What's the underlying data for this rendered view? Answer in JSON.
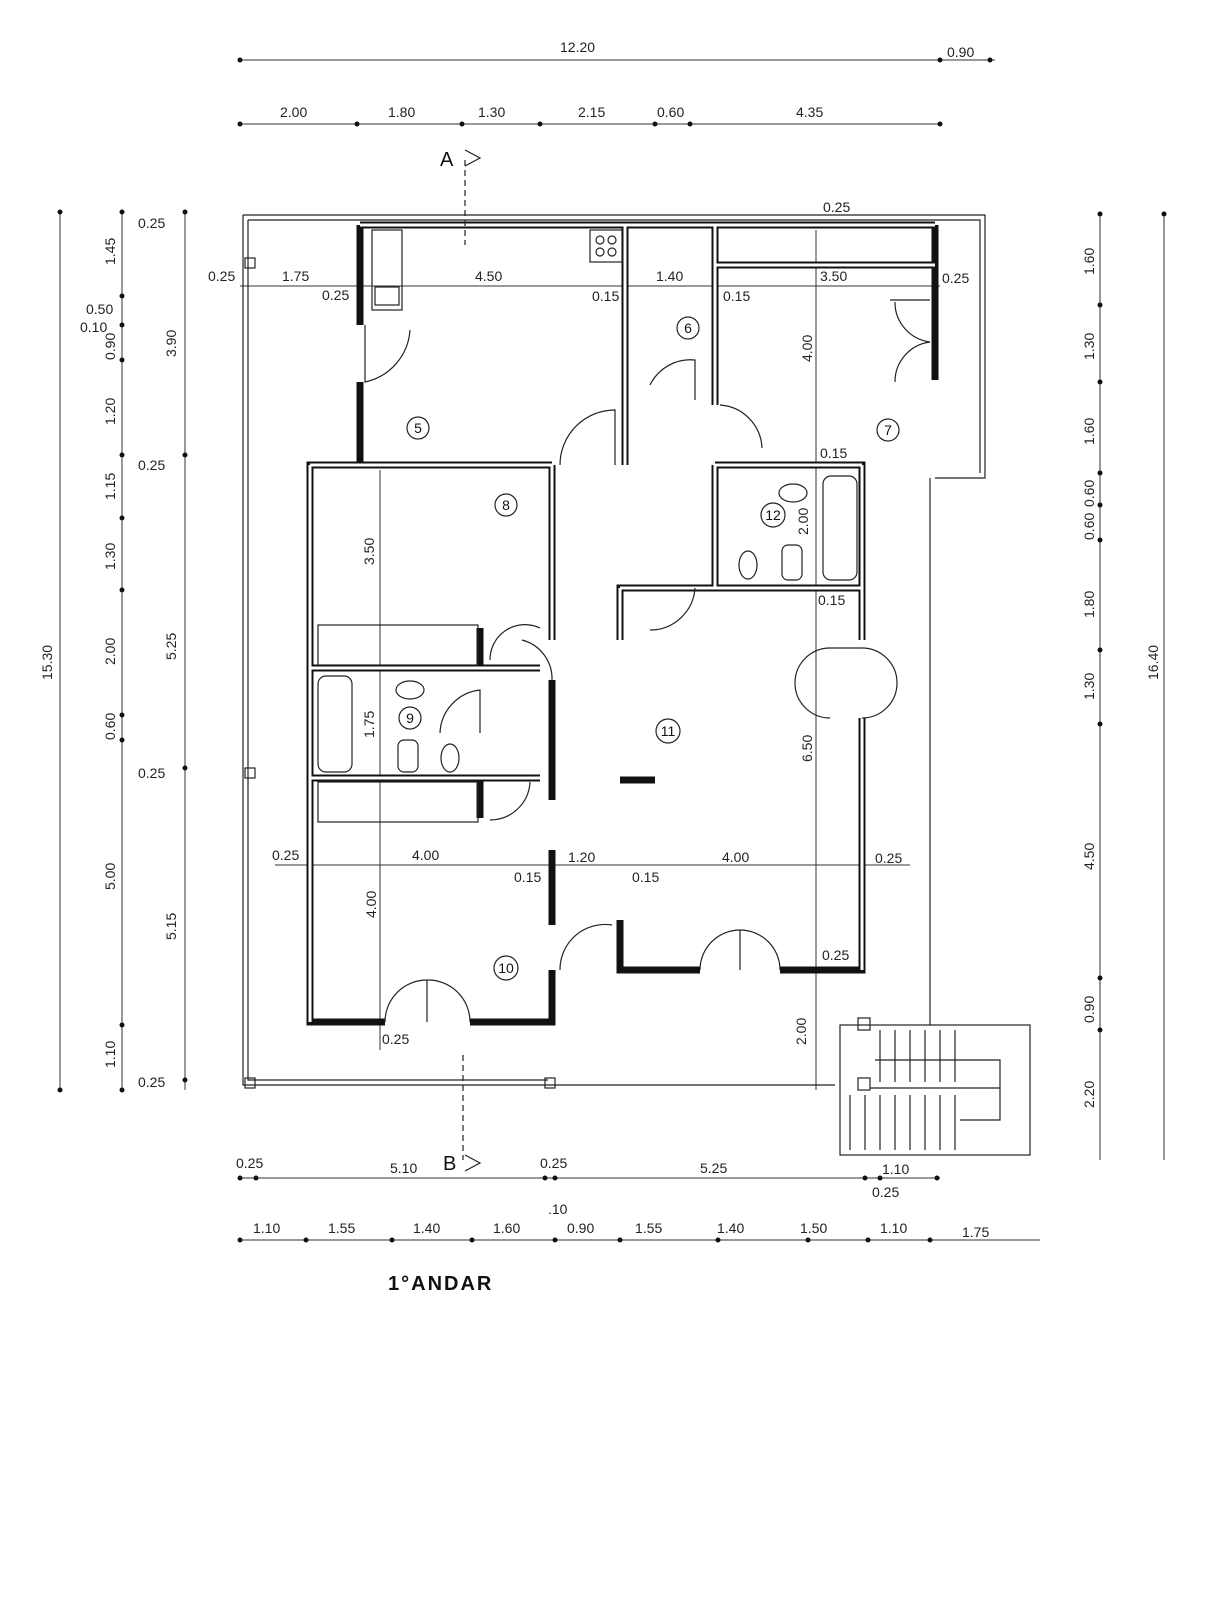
{
  "plan": {
    "title": "1°ANDAR",
    "section_marks": [
      "A",
      "B"
    ],
    "rooms": [
      "5",
      "6",
      "7",
      "8",
      "9",
      "10",
      "11",
      "12"
    ]
  },
  "dims": {
    "top_total": "12.20",
    "top_extra": "0.90",
    "top_row": [
      "2.00",
      "1.80",
      "1.30",
      "2.15",
      "0.60",
      "4.35"
    ],
    "left_total": "15.30",
    "left_inner": [
      "1.45",
      "0.50",
      "0.10",
      "0.90",
      "1.20",
      "1.15",
      "1.30",
      "2.00",
      "0.60",
      "5.00",
      "1.10"
    ],
    "left_rooms": [
      "0.25",
      "3.90",
      "0.25",
      "5.25",
      "0.25",
      "5.15",
      "0.25"
    ],
    "right_total": "16.40",
    "right_inner": [
      "1.60",
      "1.30",
      "1.60",
      "0.60",
      "0.60",
      "1.80",
      "1.30",
      "4.50",
      "0.90",
      "2.20"
    ],
    "bottom_row1": [
      "0.25",
      "5.10",
      "0.25",
      "5.25",
      "1.10",
      "0.25"
    ],
    "bottom_row2": [
      ".10",
      "1.10",
      "1.55",
      "1.40",
      "1.60",
      "0.90",
      "1.55",
      "1.40",
      "1.50",
      "1.10",
      "1.75"
    ],
    "interior": [
      "0.25",
      "0.25",
      "1.75",
      "4.50",
      "1.40",
      "3.50",
      "0.25",
      "0.25",
      "0.15",
      "0.15",
      "4.00",
      "0.15",
      "2.00",
      "0.15",
      "3.50",
      "1.75",
      "6.50",
      "0.25",
      "4.00",
      "0.15",
      "1.20",
      "0.15",
      "4.00",
      "0.25",
      "4.00",
      "0.25",
      "0.25",
      "2.00"
    ]
  }
}
